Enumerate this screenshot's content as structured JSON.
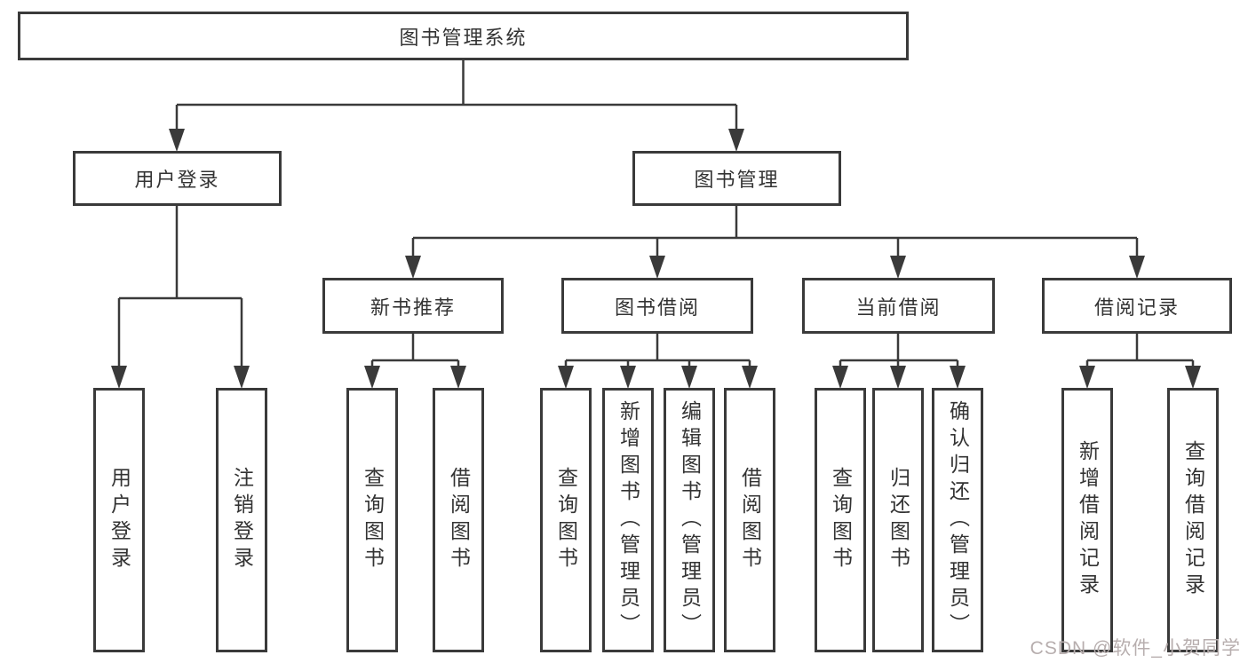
{
  "diagram_title": "图书管理系统",
  "tree": {
    "label": "图书管理系统",
    "children": [
      {
        "label": "用户登录",
        "children": [
          {
            "label": "用户登录"
          },
          {
            "label": "注销登录"
          }
        ]
      },
      {
        "label": "图书管理",
        "children": [
          {
            "label": "新书推荐",
            "children": [
              {
                "label": "查询图书"
              },
              {
                "label": "借阅图书"
              }
            ]
          },
          {
            "label": "图书借阅",
            "children": [
              {
                "label": "查询图书"
              },
              {
                "label": "新增图书（管理员）"
              },
              {
                "label": "编辑图书（管理员）"
              },
              {
                "label": "借阅图书"
              }
            ]
          },
          {
            "label": "当前借阅",
            "children": [
              {
                "label": "查询图书"
              },
              {
                "label": "归还图书"
              },
              {
                "label": "确认归还（管理员）"
              }
            ]
          },
          {
            "label": "借阅记录",
            "children": [
              {
                "label": "新增借阅记录"
              },
              {
                "label": "查询借阅记录"
              }
            ]
          }
        ]
      }
    ]
  },
  "watermark": {
    "text": "CSDN @软件_小贺同学"
  },
  "colors": {
    "background": "#ffffff",
    "line": "#3a3a3a",
    "box_border": "#3a3a3a",
    "text": "#333333",
    "watermark": "#b7aeae"
  }
}
